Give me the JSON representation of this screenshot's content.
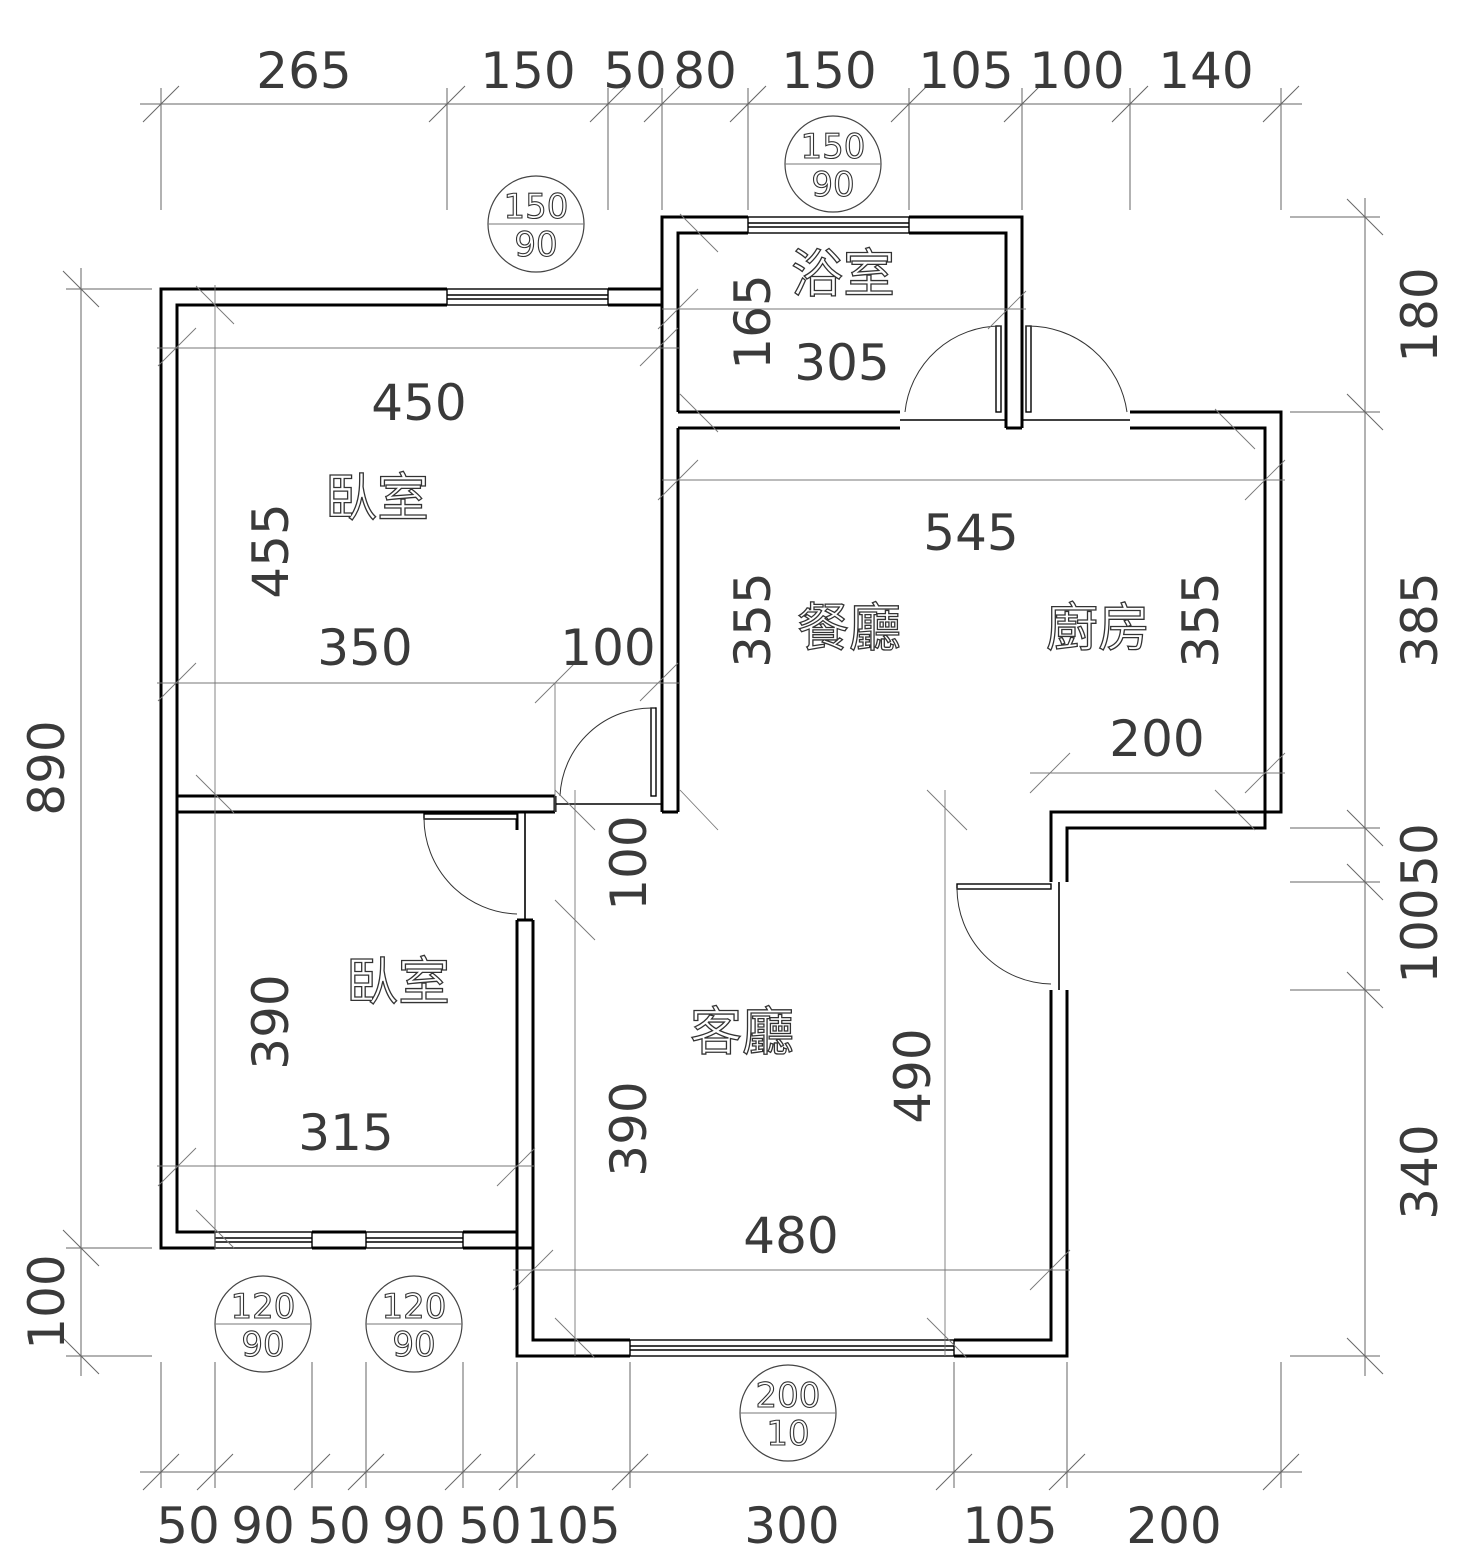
{
  "top_dimensions": [
    "265",
    "150",
    "50",
    "80",
    "150",
    "105",
    "100",
    "140"
  ],
  "bottom_dimensions": [
    "50",
    "90",
    "50",
    "90",
    "50",
    "105",
    "300",
    "105",
    "200"
  ],
  "left_dimensions": {
    "total": "890",
    "bottom": "100"
  },
  "right_dimensions": [
    "180",
    "385",
    "50",
    "100",
    "340"
  ],
  "rooms": {
    "bathroom": "浴室",
    "bedroom1": "臥室",
    "bedroom2": "臥室",
    "dining": "餐廳",
    "kitchen": "廚房",
    "living": "客廳"
  },
  "interior_dimensions": {
    "bath_h": "165",
    "bath_w": "305",
    "bed1_w": "450",
    "bed1_h": "455",
    "bed1_inner": "350",
    "corridor": "100",
    "dk_w": "545",
    "dining_h": "355",
    "kitchen_h": "355",
    "kitchen_w": "200",
    "door_gap": "100",
    "bed2_h": "390",
    "bed2_w": "315",
    "living_h1": "390",
    "living_h2": "490",
    "living_w": "480"
  },
  "window_tags": [
    {
      "top": "150",
      "bottom": "90"
    },
    {
      "top": "150",
      "bottom": "90"
    },
    {
      "top": "120",
      "bottom": "90"
    },
    {
      "top": "120",
      "bottom": "90"
    },
    {
      "top": "200",
      "bottom": "10"
    }
  ]
}
